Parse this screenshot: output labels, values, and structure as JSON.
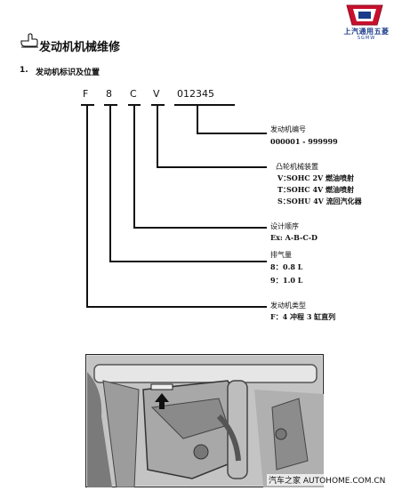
{
  "logo": {
    "name_cn": "上汽通用五菱",
    "name_en": "SGMW"
  },
  "header": {
    "title": "发动机机械维修"
  },
  "section": {
    "number": "1.",
    "title": "发动机标识及位置"
  },
  "engine_code": {
    "chars": [
      "F",
      "8",
      "C",
      "V",
      "012345"
    ]
  },
  "legend": {
    "serial": {
      "label": "发动机编号",
      "value": "000001 - 999999"
    },
    "camshaft": {
      "label": "凸轮机械装置",
      "items": [
        {
          "key": "V：",
          "value": "SOHC 2V 燃油喷射"
        },
        {
          "key": "T：",
          "value": "SOHC 4V 燃油喷射"
        },
        {
          "key": "S：",
          "value": "SOHU 4V 流回汽化器"
        }
      ]
    },
    "design": {
      "label": "设计顺序",
      "value": "Ex: A-B-C-D"
    },
    "displacement": {
      "label": "排气量",
      "items": [
        {
          "key": "8：",
          "value": "0.8 L"
        },
        {
          "key": "9：",
          "value": "1.0 L"
        }
      ]
    },
    "engine_type": {
      "label": "发动机类型",
      "value": "F：4 冲程 3 缸直列"
    }
  },
  "watermark": "汽车之家  AUTOHOME.COM.CN"
}
